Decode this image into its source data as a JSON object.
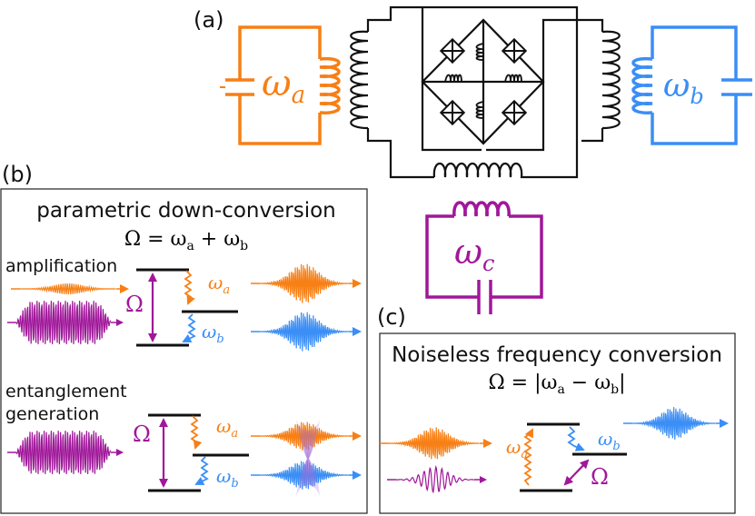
{
  "colors": {
    "a": "#f77f14",
    "b": "#3a8ef6",
    "c": "#a0179a",
    "ink": "#111111",
    "overlay": "#a36bd6"
  },
  "panel_a": {
    "label": "(a)",
    "omega": "ω",
    "sub_a": "a",
    "sub_b": "b",
    "sub_c": "c"
  },
  "panel_b": {
    "label": "(b)",
    "title": "parametric down-conversion",
    "eq_lhs": "Ω = ω",
    "eq_sub1": "a",
    "eq_mid": " + ω",
    "eq_sub2": "b",
    "amplification": "amplification",
    "entanglement_line1": "entanglement",
    "entanglement_line2": "generation",
    "Omega": "Ω",
    "omega": "ω",
    "sub_a": "a",
    "sub_b": "b"
  },
  "panel_c": {
    "label": "(c)",
    "title": "Noiseless frequency conversion",
    "eq_lhs": "Ω = |ω",
    "eq_sub1": "a",
    "eq_mid": " − ω",
    "eq_sub2": "b",
    "eq_end": "|",
    "Omega": "Ω",
    "omega": "ω",
    "sub_a": "a",
    "sub_b": "b"
  }
}
